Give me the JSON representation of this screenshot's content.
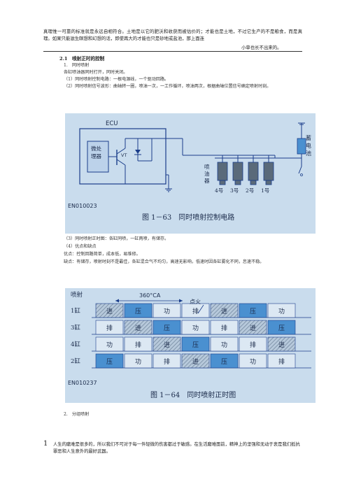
{
  "header": {
    "quote_line1": "真理惟一可靠的标准就是永远自相符合。土地是以它的肥沃和收获而被估价的；才能也是土地，不过它生产的不是粮食，而是真理。如果只能滋生瞑想和幻想的话，即使再大的才能也只是砂地或盐池，那上面连",
    "quote_line2": "小草也长不出来的。"
  },
  "section": {
    "title": "2.1　喷射正时的控制",
    "item1": "1.　同时喷射",
    "p1": "各缸喷油器同时打开，同时关闭。",
    "p2": "（1）同时喷射控制电路：一根电源线，一个驱动回路。",
    "p3": "（2）同时喷射信号波形：曲轴转一圈，喷油一次，一工作循环，喷油两次，根据曲轴位置信号确定喷射时刻。",
    "p4": "（3）同时喷射正时图：各缸同喷，一缸两喷，有储存。",
    "p5": "（4）优点和缺点",
    "p6": "优点：控制回路简单，成本低，易维修。",
    "p7": "缺点：有储存，喷射时刻不是最佳，各缸混合气不均匀，高速无影响，低速时因各缸雾化不同，怠速不稳。",
    "item2": "2.　分组喷射"
  },
  "fig1": {
    "ecu": "ECU",
    "proc_line1": "微处",
    "proc_line2": "理器",
    "vt": "VT",
    "injector_label": [
      "喷",
      "油",
      "器"
    ],
    "cyl_labels": [
      "4号",
      "3号",
      "2号",
      "1号"
    ],
    "battery_label": [
      "蓄",
      "电",
      "池"
    ],
    "code": "EN010023",
    "caption": "图 1－63　同时喷射控制电路"
  },
  "fig2": {
    "inject": "喷射",
    "angle": "360°CA",
    "spark": "点火",
    "rows": [
      {
        "label": "1缸",
        "cells": [
          "进",
          "压",
          "功",
          "排",
          "进",
          "压",
          "功"
        ]
      },
      {
        "label": "3缸",
        "cells": [
          "排",
          "进",
          "压",
          "功",
          "排",
          "进",
          "压"
        ]
      },
      {
        "label": "4缸",
        "cells": [
          "功",
          "排",
          "进",
          "压",
          "功",
          "排",
          "进"
        ]
      },
      {
        "label": "2缸",
        "cells": [
          "压",
          "功",
          "排",
          "进",
          "压",
          "功",
          "排"
        ]
      }
    ],
    "code": "EN010237",
    "caption": "图 1－64　同时喷射正时图"
  },
  "footer": {
    "page": "1",
    "text": "人生的磨难是很多的，所以我们不可对于每一件轻微的伤害都过于敏感。在生活磨难面前，精神上的坚强和无动于衷是我们抵抗罪恶和人生意外的最好武器。"
  },
  "colors": {
    "fig_bg": "#c9dced",
    "blue": "#4a90d0",
    "light": "#c9dced",
    "hatch": "#8aa3b8"
  }
}
